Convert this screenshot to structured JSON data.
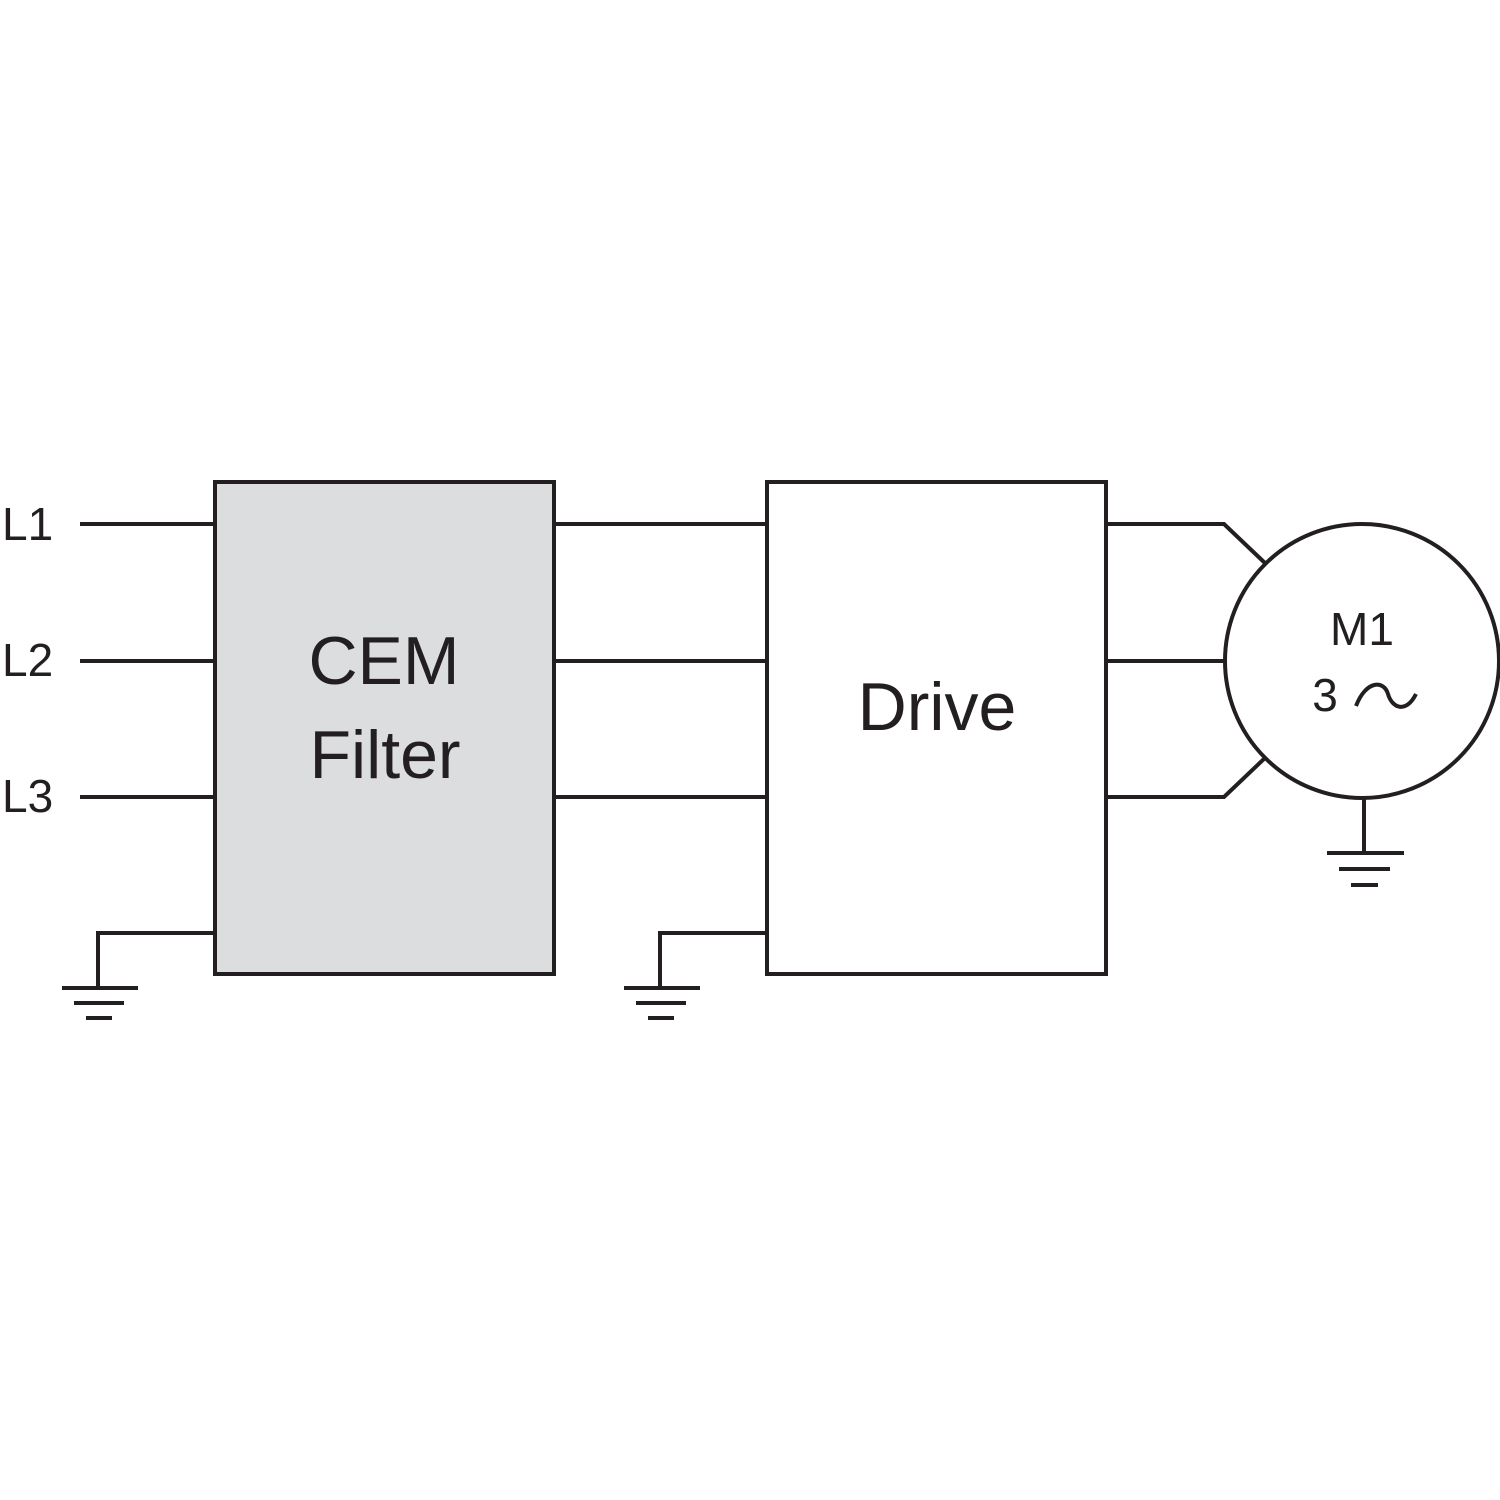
{
  "lines": {
    "l1": "L1",
    "l2": "L2",
    "l3": "L3"
  },
  "filter": {
    "line1": "CEM",
    "line2": "Filter",
    "fill_color": "#dcdddf"
  },
  "drive": {
    "label": "Drive",
    "fill_color": "#ffffff"
  },
  "motor": {
    "line1": "M1",
    "phase_count": "3",
    "ac_symbol": "~"
  },
  "wire_color": "#231f20"
}
